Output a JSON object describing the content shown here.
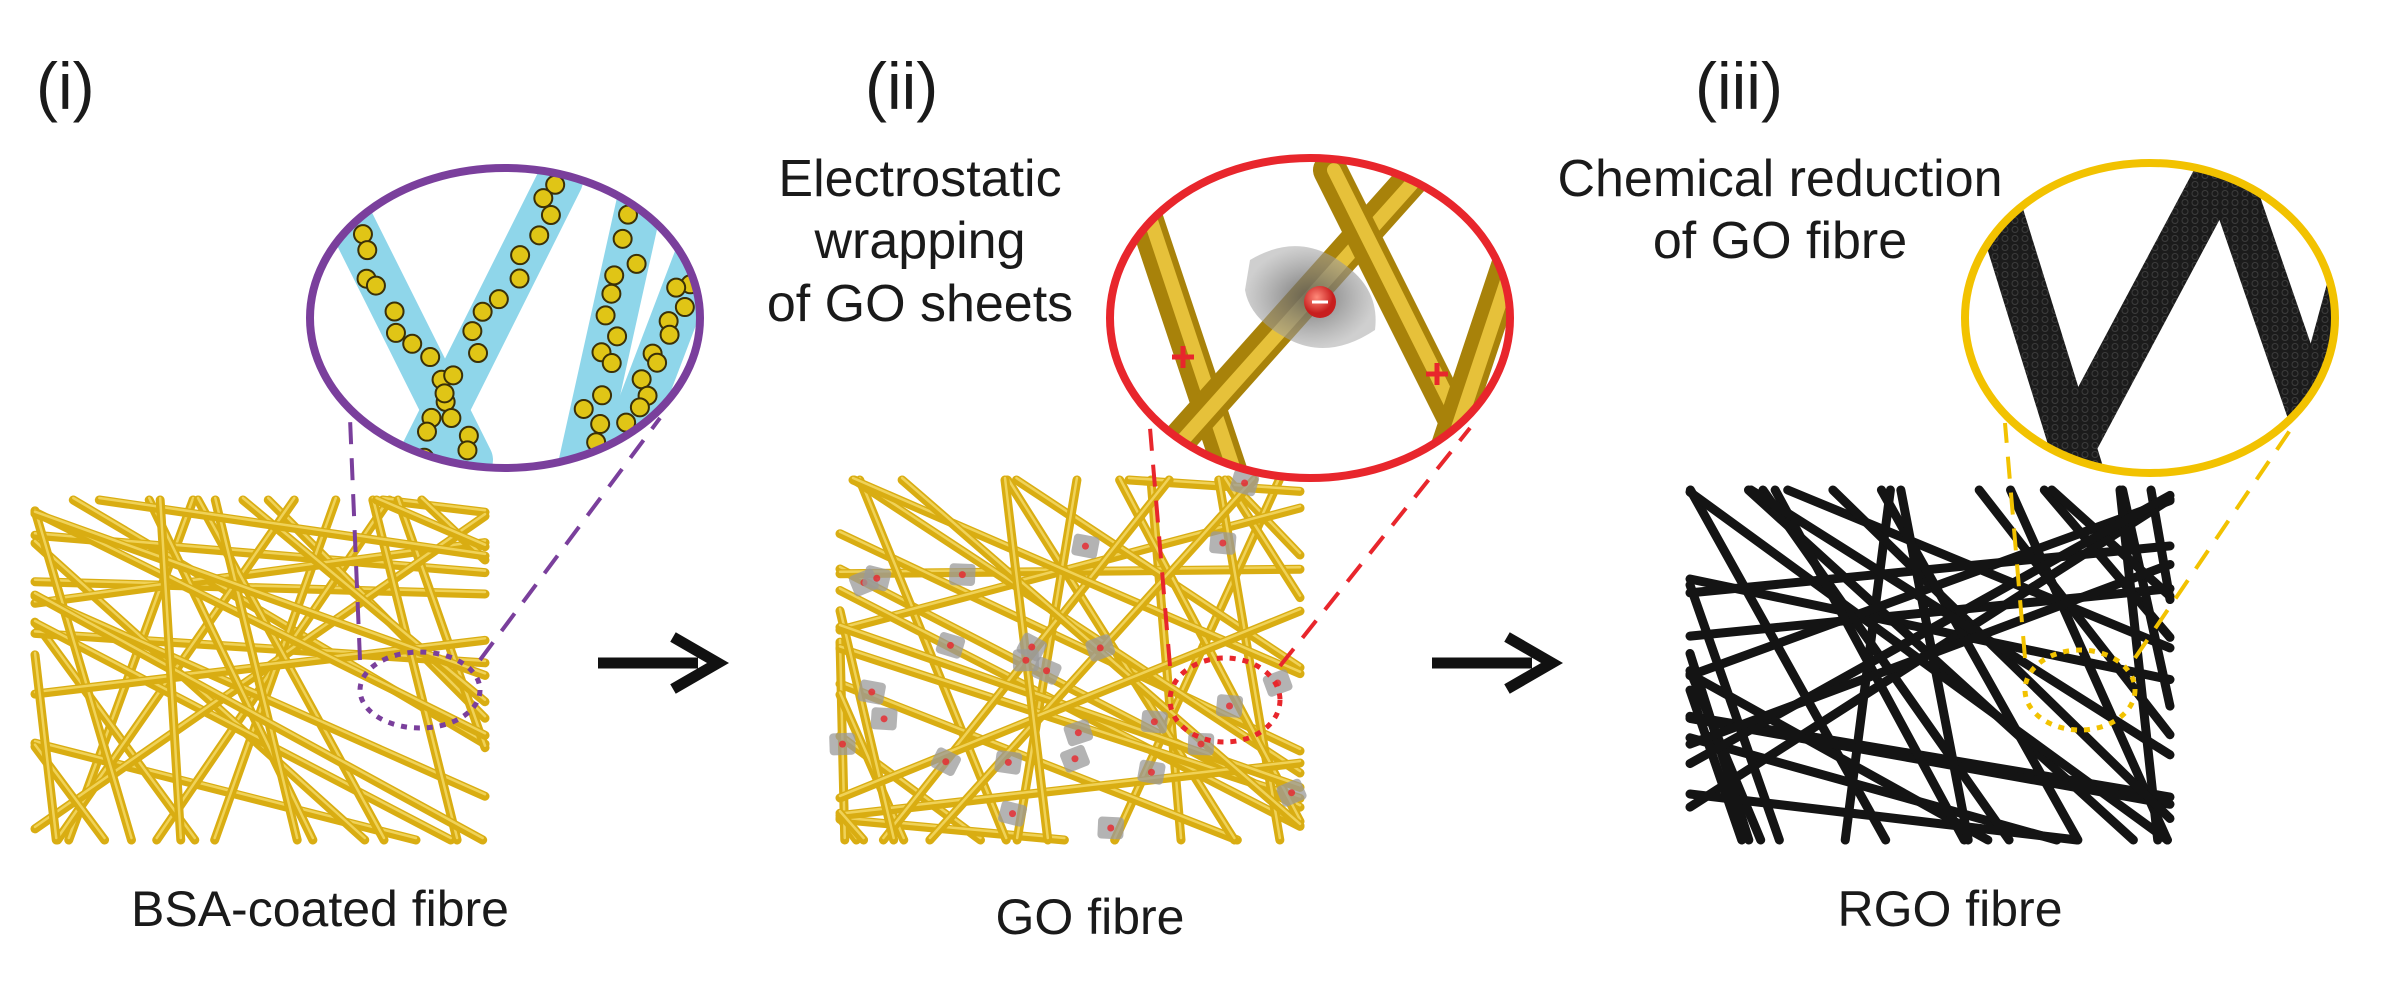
{
  "panels": [
    {
      "step": "(i)",
      "description": [],
      "caption": "BSA-coated fibre",
      "fiber_color": "#d9ad12",
      "circle_color": "#7a3f9c",
      "inset_background": "#8fd6ea",
      "marker": "none"
    },
    {
      "step": "(ii)",
      "description": [
        "Electrostatic",
        "wrapping",
        "of GO sheets"
      ],
      "caption": "GO fibre",
      "fiber_color": "#d9ad12",
      "circle_color": "#e8262c",
      "sheet_color": "#9a9a9a",
      "marker": "+"
    },
    {
      "step": "(iii)",
      "description": [
        "Chemical reduction",
        "of GO fibre"
      ],
      "caption": "RGO fibre",
      "fiber_color": "#141414",
      "circle_color": "#f2c200",
      "marker": "none"
    }
  ],
  "arrows": [
    "right-arrow",
    "right-arrow"
  ],
  "colors": {
    "arrow": "#111111",
    "marker": "#e8262c",
    "background": "#ffffff"
  }
}
